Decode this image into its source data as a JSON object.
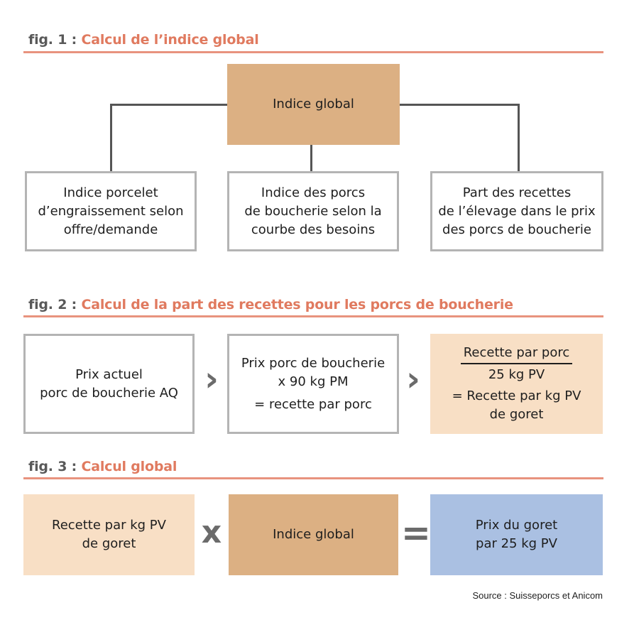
{
  "fig1": {
    "label": "fig. 1 :",
    "title": "Calcul de l’indice global",
    "root": "Indice global",
    "children": [
      [
        "Indice porcelet",
        "d’engraissement selon",
        "offre/demande"
      ],
      [
        "Indice des porcs",
        "de boucherie selon la",
        "courbe des besoins"
      ],
      [
        "Part des recettes",
        "de l’élevage dans le prix",
        "des porcs de boucherie"
      ]
    ]
  },
  "fig2": {
    "label": "fig. 2 :",
    "title": "Calcul de la part des recettes pour les porcs de boucherie",
    "box1": [
      "Prix actuel",
      "porc de boucherie AQ"
    ],
    "box2": [
      "Prix porc de boucherie",
      "x 90 kg PM",
      "= recette par porc"
    ],
    "box3": {
      "numerator": "Recette par porc",
      "denominator": "25 kg PV",
      "result": [
        "= Recette par kg PV",
        "de goret"
      ]
    },
    "arrow": "›"
  },
  "fig3": {
    "label": "fig. 3 :",
    "title": "Calcul global",
    "box1": [
      "Recette par kg PV",
      "de goret"
    ],
    "box2": "Indice global",
    "box3": [
      "Prix du goret",
      "par 25 kg PV"
    ],
    "times": "x",
    "equals": "="
  },
  "source": "Source : Suisseporcs et Anicom",
  "colors": {
    "accent": "#e07a5f",
    "rule": "#e8937e",
    "tan": "#dcb083",
    "peach": "#f8dfc5",
    "blue": "#aac0e2",
    "border": "#b4b4b4"
  }
}
